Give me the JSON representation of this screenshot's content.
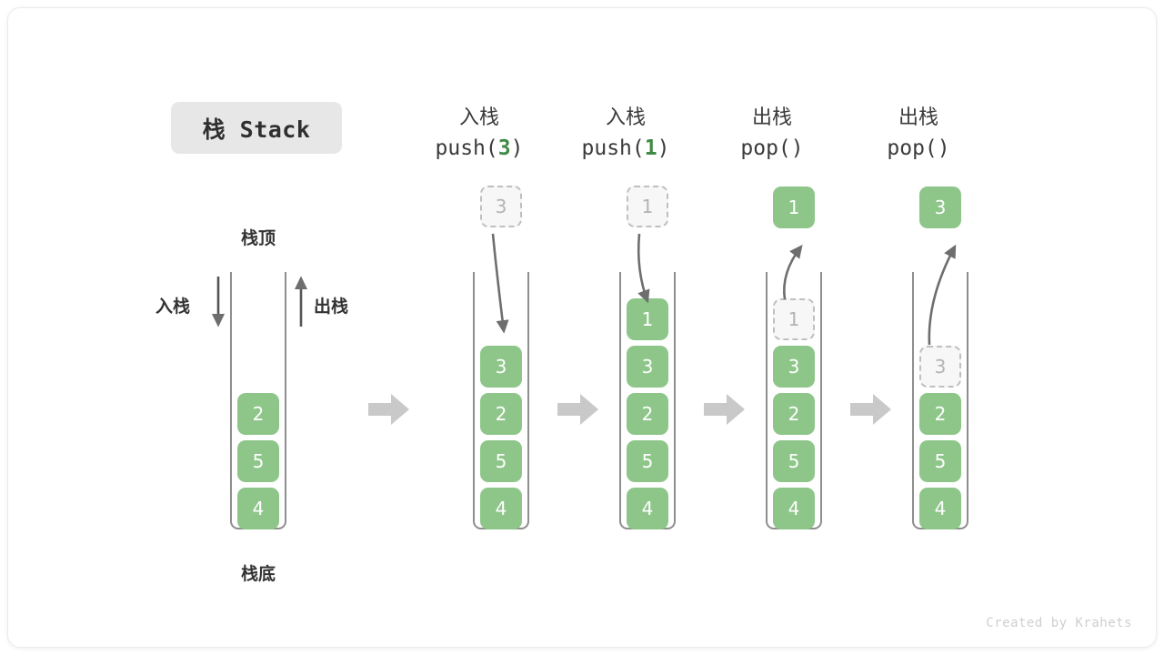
{
  "title": {
    "label": "栈 Stack"
  },
  "first_stack": {
    "top_label": "栈顶",
    "bottom_label": "栈底",
    "push_label": "入栈",
    "pop_label": "出栈",
    "cells": [
      "2",
      "5",
      "4"
    ]
  },
  "steps": [
    {
      "cn": "入栈",
      "code_prefix": "push(",
      "code_arg": "3",
      "code_suffix": ")",
      "incoming": "3",
      "cells": [
        "3",
        "2",
        "5",
        "4"
      ]
    },
    {
      "cn": "入栈",
      "code_prefix": "push(",
      "code_arg": "1",
      "code_suffix": ")",
      "incoming": "1",
      "cells": [
        "1",
        "3",
        "2",
        "5",
        "4"
      ]
    },
    {
      "cn": "出栈",
      "code_prefix": "pop(",
      "code_arg": "",
      "code_suffix": ")",
      "outgoing": "1",
      "ghost": "1",
      "cells": [
        "3",
        "2",
        "5",
        "4"
      ]
    },
    {
      "cn": "出栈",
      "code_prefix": "pop(",
      "code_arg": "",
      "code_suffix": ")",
      "outgoing": "3",
      "ghost": "3",
      "cells": [
        "2",
        "5",
        "4"
      ]
    }
  ],
  "colors": {
    "green": "#8ec68a",
    "green_text": "#3f8a44",
    "ghost_border": "#bfbfbf",
    "tube": "#8e8e8e",
    "arrow": "#6e6e6e",
    "flow_arrow": "#c9c9c9"
  },
  "credit": "Created by Krahets"
}
